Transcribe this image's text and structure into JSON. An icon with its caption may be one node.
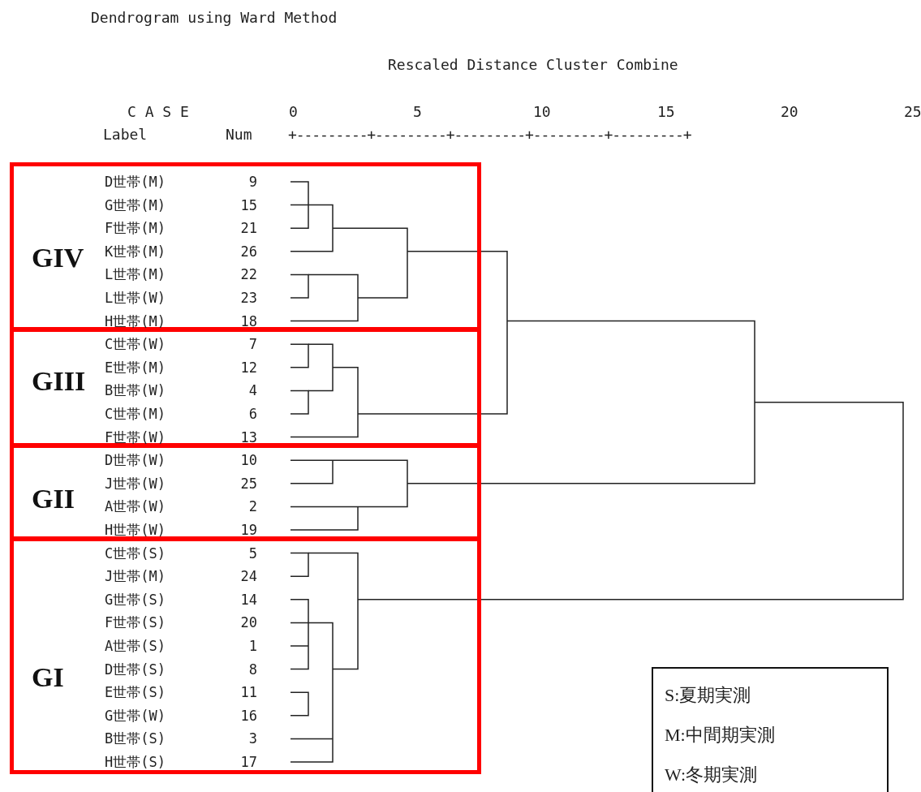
{
  "diagram": {
    "title": "Dendrogram using Ward Method",
    "nodes": [
      {
        "text": [
          "GIV"
        ]
      },
      {
        "text": [
          "D世帯(M)",
          "9"
        ],
        "in": 0
      },
      {
        "text": [
          "G世帯(M)",
          "15"
        ],
        "in": 0
      },
      {
        "text": [
          "F世帯(M)",
          "21"
        ],
        "in": 0
      },
      {
        "text": [
          "K世帯(M)",
          "26"
        ],
        "in": 0
      },
      {
        "text": [
          "L世帯(M)",
          "22"
        ],
        "in": 0
      },
      {
        "text": [
          "L世帯(W)",
          "23"
        ],
        "in": 0
      },
      {
        "text": [
          "H世帯(M)",
          "18"
        ],
        "in": 0
      },
      {
        "text": [
          "GIII"
        ]
      },
      {
        "text": [
          "C世帯(W)",
          "7"
        ],
        "in": 8
      },
      {
        "text": [
          "E世帯(M)",
          "12"
        ],
        "in": 8
      },
      {
        "text": [
          "B世帯(W)",
          "4"
        ],
        "in": 8
      },
      {
        "text": [
          "C世帯(M)",
          "6"
        ],
        "in": 8
      },
      {
        "text": [
          "F世帯(W)",
          "13"
        ],
        "in": 8
      },
      {
        "text": [
          "GII"
        ]
      },
      {
        "text": [
          "D世帯(W)",
          "10"
        ],
        "in": 14
      },
      {
        "text": [
          "J世帯(W)",
          "25"
        ],
        "in": 14
      },
      {
        "text": [
          "A世帯(W)",
          "2"
        ],
        "in": 14
      },
      {
        "text": [
          "H世帯(W)",
          "19"
        ],
        "in": 14
      },
      {
        "text": [
          "GI"
        ]
      },
      {
        "text": [
          "C世帯(S)",
          "5"
        ],
        "in": 19
      },
      {
        "text": [
          "J世帯(M)",
          "24"
        ],
        "in": 19
      },
      {
        "text": [
          "G世帯(S)",
          "14"
        ],
        "in": 19
      },
      {
        "text": [
          "F世帯(S)",
          "20"
        ],
        "in": 19
      },
      {
        "text": [
          "A世帯(S)",
          "1"
        ],
        "in": 19
      },
      {
        "text": [
          "D世帯(S)",
          "8"
        ],
        "in": 19
      },
      {
        "text": [
          "E世帯(S)",
          "11"
        ],
        "in": 19
      },
      {
        "text": [
          "G世帯(W)",
          "16"
        ],
        "in": 19
      },
      {
        "text": [
          "B世帯(S)",
          "3"
        ],
        "in": 19
      },
      {
        "text": [
          "H世帯(S)",
          "17"
        ],
        "in": 19
      },
      {
        "text": [
          "S:夏期実測",
          "M:中間期実測",
          "W:冬期実測"
        ]
      }
    ],
    "labels": [
      "Rescaled Distance Cluster Combine",
      "C A S E",
      "0",
      "5",
      "10",
      "15",
      "20",
      "25",
      "Label",
      "Num",
      "+---------+---------+---------+---------+---------+"
    ]
  }
}
